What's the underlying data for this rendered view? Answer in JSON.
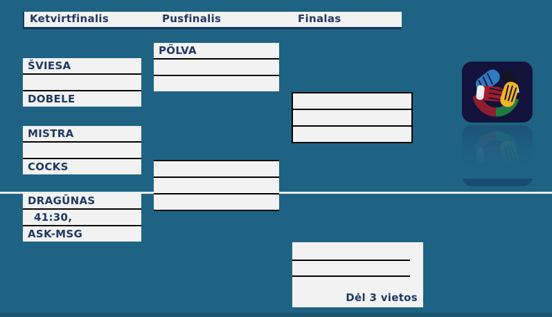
{
  "columns": [
    {
      "label": "Ketvirtfinalis"
    },
    {
      "label": "Pusfinalis"
    },
    {
      "label": "Finalas"
    }
  ],
  "quarterfinals": [
    {
      "rows": [
        "ŠVIESA",
        "",
        "DOBELE"
      ]
    },
    {
      "rows": [
        "MISTRA",
        "",
        "COCKS"
      ]
    },
    {
      "rows": [
        "DRAGŪNAS",
        "41:30,",
        "ASK-MSG"
      ]
    }
  ],
  "semifinals": [
    {
      "rows": [
        "PÕLVA",
        "",
        ""
      ]
    },
    {
      "rows": [
        "",
        "",
        ""
      ]
    }
  ],
  "final": {
    "rows": [
      "",
      "",
      ""
    ]
  },
  "third_place": {
    "label": "Dėl 3 vietos"
  },
  "logo": {
    "name": "baltic-handball-league-hands-logo"
  },
  "colors": {
    "background": "#1E6384",
    "box_fill": "#F2F2F2",
    "text": "#1F3864",
    "box_border": "#000000",
    "header_border": "#17365D",
    "divider_line": "#EDEDE8",
    "logo_background": "#12123A",
    "logo_blue": "#2E7BC4",
    "logo_red": "#A31D2C",
    "logo_yellow": "#F0B428",
    "logo_green": "#1E7B40",
    "logo_dark_red": "#8E1F2F"
  }
}
